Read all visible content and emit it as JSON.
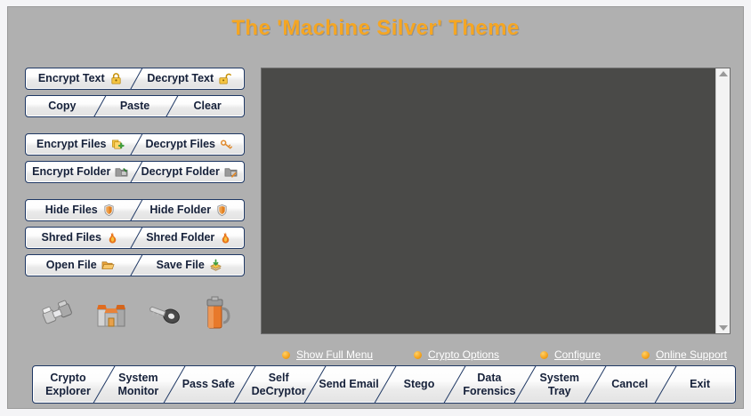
{
  "window": {
    "title": "The 'Machine Silver' Theme",
    "bg_color": "#b0b0b0",
    "accent_color": "#f5a623",
    "button_border_color": "#1f3864",
    "textarea_color": "#4a4a48"
  },
  "buttons": {
    "rows": [
      {
        "name": "encrypt-decrypt-text",
        "gap_after": false,
        "segments": [
          {
            "label": "Encrypt Text",
            "icon": "closed-padlock-icon"
          },
          {
            "label": "Decrypt Text",
            "icon": "open-padlock-icon"
          }
        ]
      },
      {
        "name": "copy-paste-clear",
        "gap_after": true,
        "segments": [
          {
            "label": "Copy",
            "icon": ""
          },
          {
            "label": "Paste",
            "icon": ""
          },
          {
            "label": "Clear",
            "icon": ""
          }
        ]
      },
      {
        "name": "encrypt-decrypt-files",
        "gap_after": false,
        "segments": [
          {
            "label": "Encrypt Files",
            "icon": "files-add-icon"
          },
          {
            "label": "Decrypt Files",
            "icon": "keys-icon"
          }
        ]
      },
      {
        "name": "encrypt-decrypt-folder",
        "gap_after": true,
        "segments": [
          {
            "label": "Encrypt Folder",
            "icon": "folder-lock-icon"
          },
          {
            "label": "Decrypt Folder",
            "icon": "folder-unlock-icon"
          }
        ]
      },
      {
        "name": "hide-files-folder",
        "gap_after": false,
        "segments": [
          {
            "label": "Hide Files",
            "icon": "shield-icon"
          },
          {
            "label": "Hide Folder",
            "icon": "shield-icon"
          }
        ]
      },
      {
        "name": "shred-files-folder",
        "gap_after": false,
        "segments": [
          {
            "label": "Shred Files",
            "icon": "flame-icon"
          },
          {
            "label": "Shred Folder",
            "icon": "flame-icon"
          }
        ]
      },
      {
        "name": "open-save-file",
        "gap_after": false,
        "segments": [
          {
            "label": "Open File",
            "icon": "open-folder-icon"
          },
          {
            "label": "Save File",
            "icon": "save-disk-icon"
          }
        ]
      }
    ]
  },
  "decor_icons": [
    {
      "name": "binoculars-icon"
    },
    {
      "name": "castle-icon"
    },
    {
      "name": "key-icon"
    },
    {
      "name": "canister-icon"
    }
  ],
  "textarea": {
    "value": "",
    "placeholder": ""
  },
  "links": [
    {
      "label": "Show Full Menu",
      "name": "show-full-menu-link"
    },
    {
      "label": "Crypto Options",
      "name": "crypto-options-link"
    },
    {
      "label": "Configure",
      "name": "configure-link"
    },
    {
      "label": "Online Support",
      "name": "online-support-link"
    }
  ],
  "toolbar": [
    {
      "line1": "Crypto",
      "line2": "Explorer",
      "name": "crypto-explorer-button"
    },
    {
      "line1": "System",
      "line2": "Monitor",
      "name": "system-monitor-button"
    },
    {
      "line1": "Pass Safe",
      "line2": "",
      "name": "pass-safe-button"
    },
    {
      "line1": "Self",
      "line2": "DeCryptor",
      "name": "self-decryptor-button"
    },
    {
      "line1": "Send Email",
      "line2": "",
      "name": "send-email-button"
    },
    {
      "line1": "Stego",
      "line2": "",
      "name": "stego-button"
    },
    {
      "line1": "Data",
      "line2": "Forensics",
      "name": "data-forensics-button"
    },
    {
      "line1": "System",
      "line2": "Tray",
      "name": "system-tray-button"
    },
    {
      "line1": "Cancel",
      "line2": "",
      "name": "cancel-button"
    },
    {
      "line1": "Exit",
      "line2": "",
      "name": "exit-button"
    }
  ]
}
